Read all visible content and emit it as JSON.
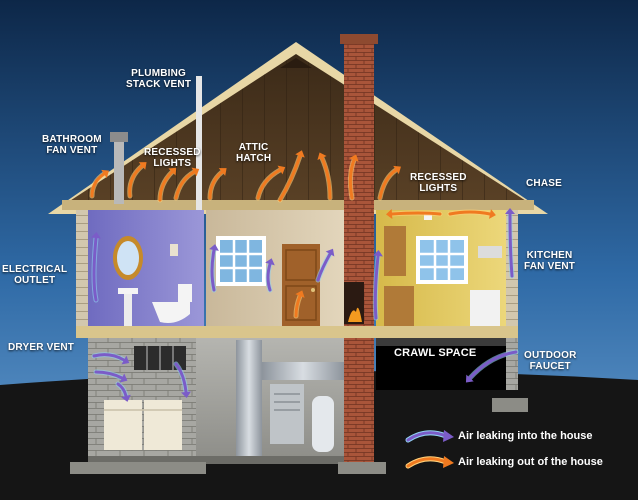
{
  "labels": {
    "plumbing_stack_vent": [
      "PLUMBING",
      "STACK VENT"
    ],
    "bathroom_fan_vent": [
      "BATHROOM",
      "FAN VENT"
    ],
    "recessed_lights_left": [
      "RECESSED",
      "LIGHTS"
    ],
    "attic_hatch": [
      "ATTIC",
      "HATCH"
    ],
    "recessed_lights_right": [
      "RECESSED",
      "LIGHTS"
    ],
    "chase": [
      "CHASE"
    ],
    "electrical_outlet": [
      "ELECTRICAL",
      "OUTLET"
    ],
    "kitchen_fan_vent": [
      "KITCHEN",
      "FAN VENT"
    ],
    "dryer_vent": [
      "DRYER VENT"
    ],
    "crawl_space": [
      "CRAWL SPACE"
    ],
    "outdoor_faucet": [
      "OUTDOOR",
      "FAUCET"
    ]
  },
  "legend": {
    "leak_in": "Air leaking into the house",
    "leak_out": "Air leaking out of the house"
  },
  "colors": {
    "leak_in_arrow": "#7b5cc8",
    "leak_out_arrow": "#f07a20"
  }
}
